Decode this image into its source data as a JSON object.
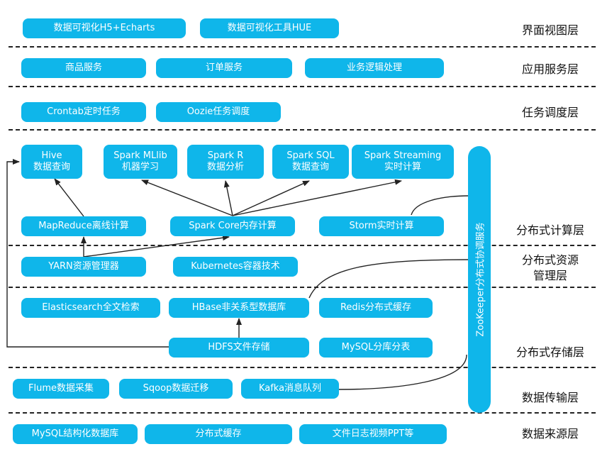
{
  "layers": {
    "ui": "界面视图层",
    "app": "应用服务层",
    "schedule": "任务调度层",
    "compute": "分布式计算层",
    "resource": "分布式资源\n管理层",
    "storage": "分布式存储层",
    "transport": "数据传输层",
    "source": "数据来源层"
  },
  "boxes": {
    "viz_h5": "数据可视化H5+Echarts",
    "viz_hue": "数据可视化工具HUE",
    "goods": "商品服务",
    "order": "订单服务",
    "biz": "业务逻辑处理",
    "crontab": "Crontab定时任务",
    "oozie": "Oozie任务调度",
    "hive": "Hive\n数据查询",
    "mllib": "Spark MLlib\n机器学习",
    "sparkr": "Spark R\n数据分析",
    "sparksql": "Spark SQL\n数据查询",
    "streaming": "Spark Streaming\n实时计算",
    "mapreduce": "MapReduce离线计算",
    "sparkcore": "Spark Core内存计算",
    "storm": "Storm实时计算",
    "yarn": "YARN资源管理器",
    "k8s": "Kubernetes容器技术",
    "es": "Elasticsearch全文检索",
    "hbase": "HBase非关系型数据库",
    "redis": "Redis分布式缓存",
    "hdfs": "HDFS文件存储",
    "mysql_shard": "MySQL分库分表",
    "flume": "Flume数据采集",
    "sqoop": "Sqoop数据迁移",
    "kafka": "Kafka消息队列",
    "mysql_db": "MySQL结构化数据库",
    "dist_cache": "分布式缓存",
    "files": "文件日志视频PPT等",
    "zookeeper": "ZooKeeper分布式协调服务"
  },
  "colors": {
    "box": "#0fb6ea",
    "line": "#222222"
  }
}
